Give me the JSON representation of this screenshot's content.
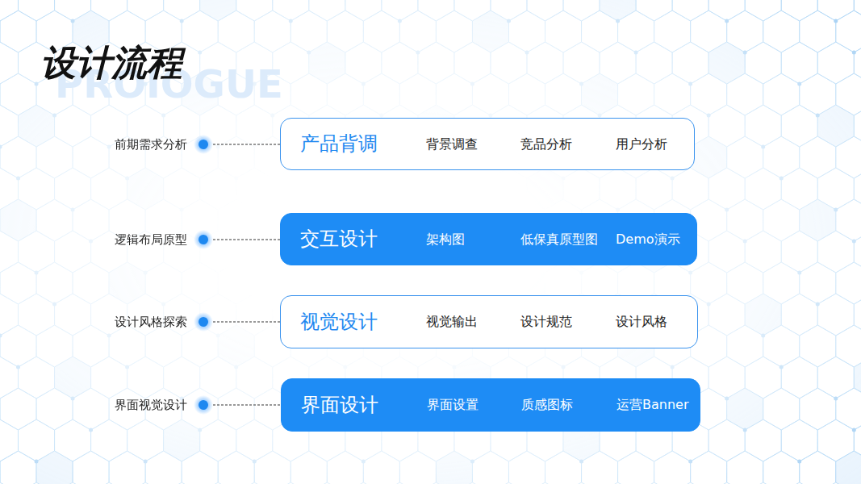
{
  "diagram": {
    "title": "设计流程",
    "nodes": [
      {
        "text": [
          "产品背调",
          "背景调查",
          "竞品分析",
          "用户分析"
        ]
      },
      {
        "text": [
          "交互设计",
          "架构图",
          "低保真原型图",
          "Demo演示"
        ]
      },
      {
        "text": [
          "视觉设计",
          "视觉输出",
          "设计规范",
          "设计风格"
        ]
      },
      {
        "text": [
          "界面设计",
          "界面设置",
          "质感图标",
          "运营Banner"
        ]
      }
    ],
    "labels": [
      "PROIOGUE",
      "前期需求分析",
      "逻辑布局原型",
      "设计风格探索",
      "界面视觉设计"
    ]
  }
}
